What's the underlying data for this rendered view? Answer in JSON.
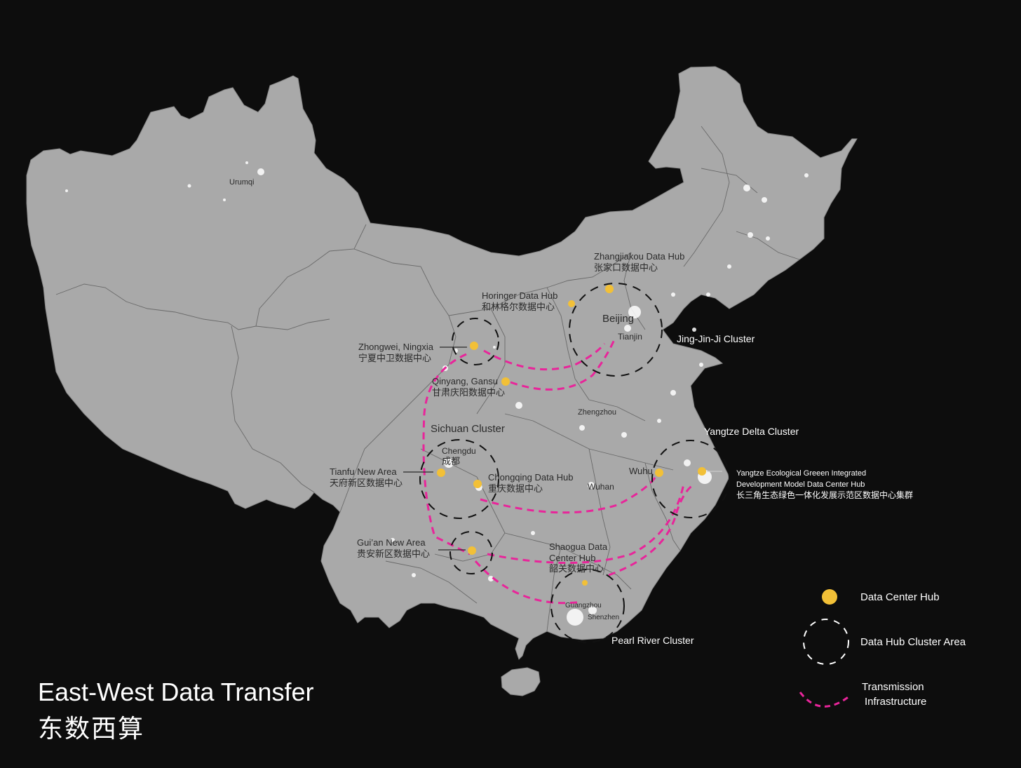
{
  "title": {
    "english": "East-West Data Transfer",
    "chinese": "东数西算"
  },
  "colors": {
    "background": "#0d0d0d",
    "land": "#a9a9a9",
    "hub": "#f2c037",
    "transmission": "#e8259a",
    "cluster_outline_on_map": "#111111",
    "legend_outline": "#ffffff"
  },
  "cities": {
    "urumqi": "Urumqi",
    "beijing": "Beijing",
    "tianjin": "Tianjin",
    "zhengzhou": "Zhengzhou",
    "wuhan": "Wuhan",
    "wuhu": "Wuhu",
    "chengdu": "Chengdu",
    "chengdu_zh": "成都",
    "guangzhou": "Guangzhou",
    "shenzhen": "Shenzhen"
  },
  "hubs": {
    "zhangjiakou": {
      "en": "Zhangjiakou Data Hub",
      "zh": "张家口数据中心"
    },
    "horinger": {
      "en": "Horinger Data Hub",
      "zh": "和林格尔数据中心"
    },
    "zhongwei": {
      "en": "Zhongwei, Ningxia",
      "zh": "宁夏中卫数据中心"
    },
    "qinyang": {
      "en": "Qinyang, Gansu",
      "zh": "甘肃庆阳数据中心"
    },
    "tianfu": {
      "en": "Tianfu New Area",
      "zh": "天府新区数据中心"
    },
    "chongqing": {
      "en": "Chongqing Data Hub",
      "zh": "重庆数据中心"
    },
    "guian": {
      "en": "Gui’an New Area",
      "zh": "贵安新区数据中心"
    },
    "shaoguan": {
      "en_line1": "Shaogua Data",
      "en_line2": "Center Hub",
      "zh": "韶关数据中心"
    },
    "yangtze_green": {
      "en_line1": "Yangtze Ecological Greeen Integrated",
      "en_line2": "Development Model Data Center Hub",
      "zh": "长三角生态绿色一体化发展示范区数据中心集群"
    }
  },
  "clusters": {
    "jingjinji": "Jing-Jin-Ji Cluster",
    "sichuan": "Sichuan Cluster",
    "yangtze_delta": "Yangtze Delta Cluster",
    "pearl_river": "Pearl River Cluster"
  },
  "legend": {
    "hub": "Data Center Hub",
    "cluster": "Data Hub Cluster Area",
    "transmission_line1": "Transmission",
    "transmission_line2": "Infrastructure"
  }
}
